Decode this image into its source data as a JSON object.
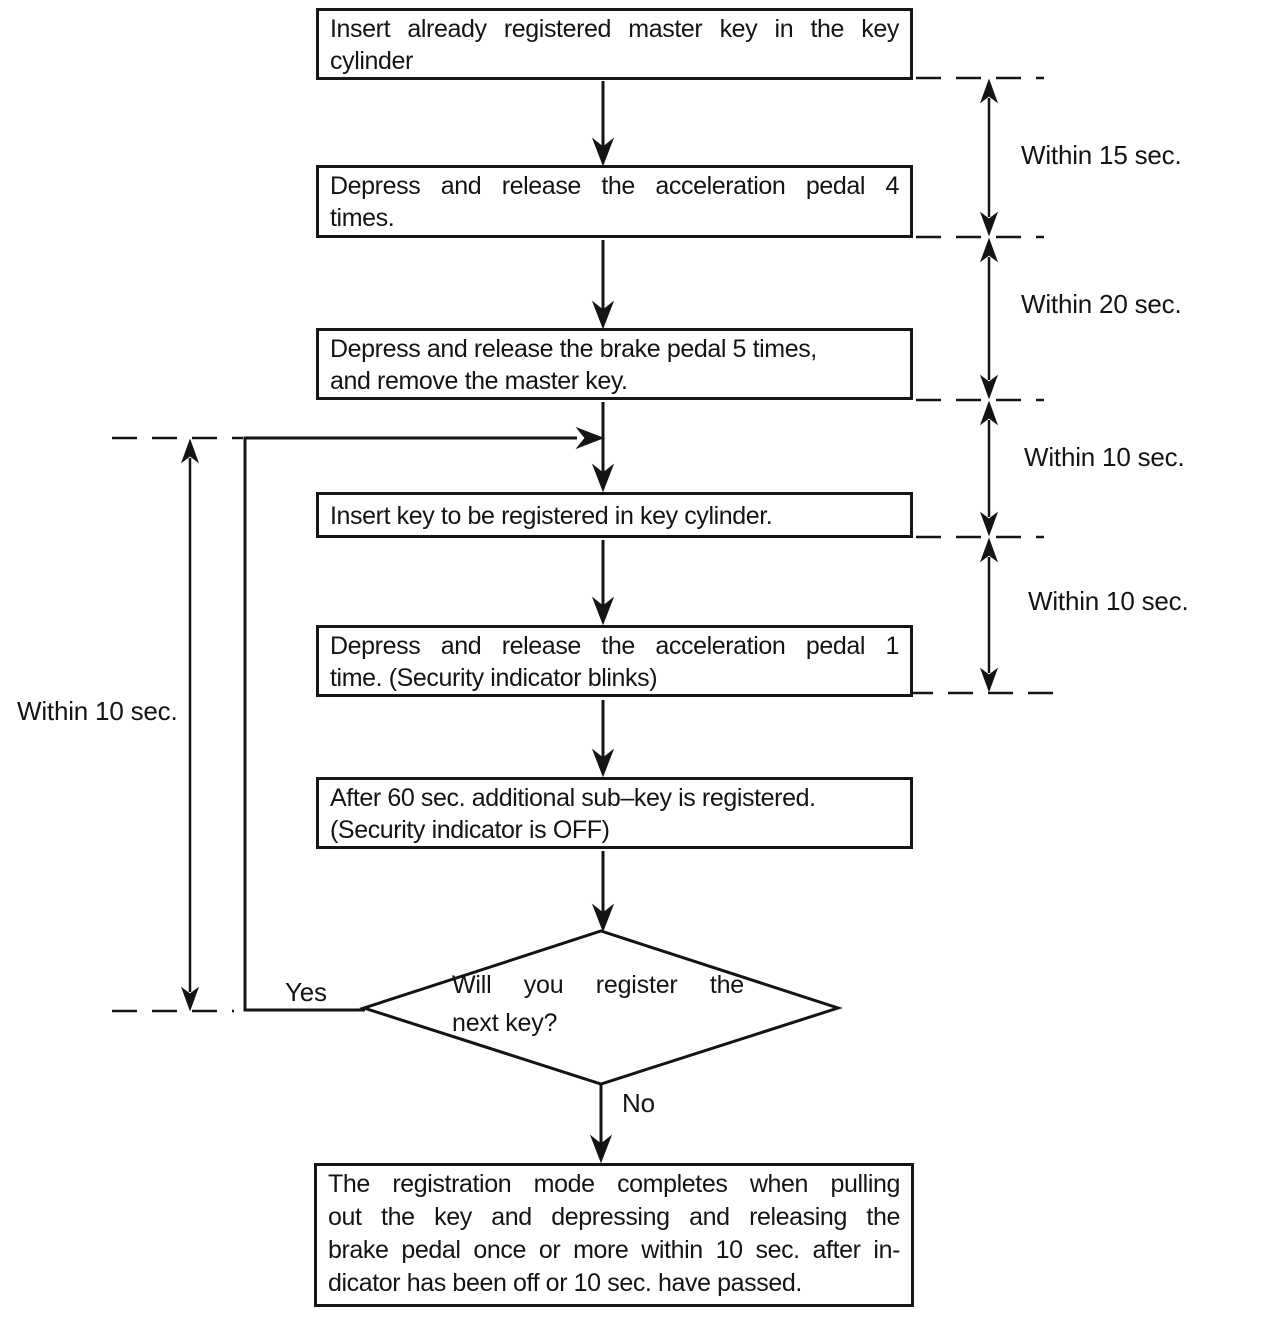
{
  "diagram": {
    "title_hint": "Key registration flowchart",
    "process_steps": [
      {
        "lines": [
          "Insert already registered master key in the key",
          "cylinder"
        ]
      },
      {
        "lines": [
          "Depress and release the acceleration pedal 4",
          "times."
        ]
      },
      {
        "lines": [
          "Depress and release the brake pedal 5 times,",
          "and remove the master key."
        ]
      },
      {
        "lines": [
          "Insert key to be registered in key cylinder."
        ]
      },
      {
        "lines": [
          "Depress and release the acceleration pedal 1",
          "time. (Security indicator blinks)"
        ]
      },
      {
        "lines": [
          "After 60 sec. additional sub–key is registered.",
          "(Security indicator is OFF)"
        ]
      },
      {
        "lines": [
          "The registration mode completes when pulling",
          "out the key and depressing and releasing the",
          "brake pedal once or more within 10 sec. after in-",
          "dicator has been off or 10 sec. have passed."
        ]
      }
    ],
    "decision": {
      "lines": [
        "Will you register the",
        "next key?"
      ]
    },
    "branch_labels": {
      "yes": "Yes",
      "no": "No"
    },
    "timing_right": [
      "Within 15 sec.",
      "Within 20 sec.",
      "Within 10 sec.",
      "Within 10 sec."
    ],
    "timing_left": "Within 10 sec.",
    "colors": {
      "ink": "#141414",
      "paper": "#ffffff"
    }
  }
}
